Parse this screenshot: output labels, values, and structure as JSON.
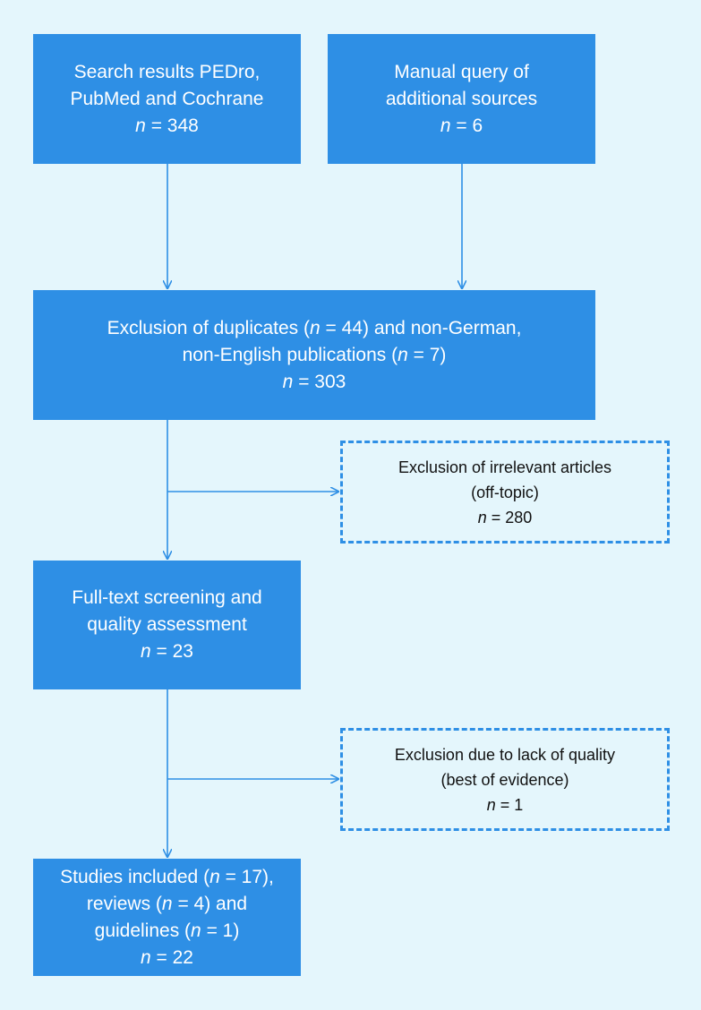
{
  "diagram": {
    "colors": {
      "background": "#e4f6fc",
      "box_fill": "#2e8fe5",
      "box_text": "#ffffff",
      "dashed_border": "#2e8fe5",
      "dashed_text": "#111111",
      "arrow": "#2e8fe5"
    },
    "n_symbol": "n",
    "boxes": {
      "search_results": {
        "lines": [
          "Search results PEDro,",
          "PubMed and Cochrane"
        ],
        "n_value": "= 348"
      },
      "manual_query": {
        "lines": [
          "Manual query of",
          "additional sources"
        ],
        "n_value": "= 6"
      },
      "exclusion_duplicates": {
        "line1_a": "Exclusion of duplicates (",
        "line1_b": " = 44) and non-German,",
        "line2_a": "non-English publications (",
        "line2_b": " = 7)",
        "n_value": "= 303"
      },
      "exclusion_irrelevant": {
        "lines": [
          "Exclusion of irrelevant articles",
          "(off-topic)"
        ],
        "n_value": "= 280"
      },
      "fulltext_screening": {
        "lines": [
          "Full-text screening and",
          "quality assessment"
        ],
        "n_value": "= 23"
      },
      "exclusion_quality": {
        "lines": [
          "Exclusion due to lack of quality",
          "(best of evidence)"
        ],
        "n_value": "= 1"
      },
      "studies_included": {
        "line1_a": "Studies included (",
        "line1_b": " = 17),",
        "line2_a": "reviews (",
        "line2_b": " = 4) and",
        "line3_a": "guidelines (",
        "line3_b": " = 1)",
        "n_value": "= 22"
      }
    }
  }
}
